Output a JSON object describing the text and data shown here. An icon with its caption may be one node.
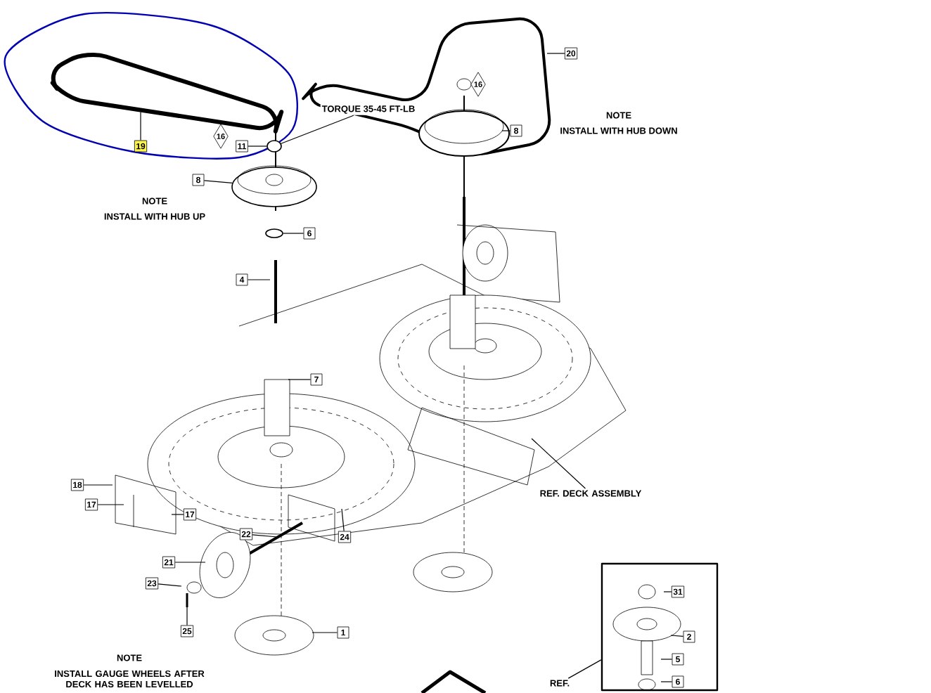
{
  "diagram": {
    "nodes": [
      {
        "text": [
          "19"
        ]
      },
      {
        "text": [
          "16"
        ]
      },
      {
        "text": [
          "11"
        ]
      },
      {
        "text": [
          "TORQUE 35-45 FT-LB"
        ]
      },
      {
        "text": [
          "20"
        ]
      },
      {
        "text": [
          "16"
        ]
      },
      {
        "text": [
          "8"
        ]
      },
      {
        "text": [
          "8"
        ]
      },
      {
        "text": [
          "6"
        ]
      },
      {
        "text": [
          "4"
        ]
      },
      {
        "text": [
          "7"
        ]
      },
      {
        "text": [
          "18"
        ]
      },
      {
        "text": [
          "17"
        ]
      },
      {
        "text": [
          "17"
        ]
      },
      {
        "text": [
          "22"
        ]
      },
      {
        "text": [
          "24"
        ]
      },
      {
        "text": [
          "21"
        ]
      },
      {
        "text": [
          "23"
        ]
      },
      {
        "text": [
          "25"
        ]
      },
      {
        "text": [
          "1"
        ]
      },
      {
        "text": [
          "REF. DECK ASSEMBLY"
        ]
      },
      {
        "text": [],
        "shape": "box"
      },
      {
        "text": [
          "31"
        ],
        "in": 21
      },
      {
        "text": [
          "2"
        ],
        "in": 21
      },
      {
        "text": [
          "5"
        ],
        "in": 21
      },
      {
        "text": [
          "6"
        ],
        "in": 21
      },
      {
        "text": [
          "REF."
        ]
      },
      {
        "text": [],
        "shape": "picture"
      },
      {
        "text": [],
        "shape": "circle"
      },
      {
        "text": [],
        "shape": "circle"
      },
      {
        "text": [],
        "shape": "circle"
      }
    ],
    "edges": [
      {
        "from": 0,
        "to": 27,
        "arrow": "none"
      },
      {
        "from": 2,
        "to": 28,
        "arrow": "none"
      },
      {
        "from": 3,
        "to": 28,
        "arrow": "none"
      },
      {
        "from": 4,
        "to": null,
        "arrow": "none"
      },
      {
        "from": 6,
        "to": 29,
        "arrow": "none"
      },
      {
        "from": 7,
        "to": null,
        "arrow": "none"
      },
      {
        "from": 8,
        "to": 30,
        "arrow": "none"
      },
      {
        "from": 9,
        "to": null,
        "arrow": "none"
      },
      {
        "from": 10,
        "to": null,
        "arrow": "none"
      },
      {
        "from": 11,
        "to": null,
        "arrow": "none"
      },
      {
        "from": 12,
        "to": null,
        "arrow": "none"
      },
      {
        "from": 13,
        "to": null,
        "arrow": "none"
      },
      {
        "from": 14,
        "to": null,
        "arrow": "none"
      },
      {
        "from": 15,
        "to": null,
        "arrow": "none"
      },
      {
        "from": 16,
        "to": null,
        "arrow": "none"
      },
      {
        "from": 17,
        "to": null,
        "arrow": "none"
      },
      {
        "from": 18,
        "to": null,
        "arrow": "none"
      },
      {
        "from": 19,
        "to": null,
        "arrow": "none"
      },
      {
        "from": 20,
        "to": null,
        "arrow": "none"
      },
      {
        "from": 22,
        "to": null,
        "arrow": "none"
      },
      {
        "from": 23,
        "to": null,
        "arrow": "none"
      },
      {
        "from": 24,
        "to": null,
        "arrow": "none"
      },
      {
        "from": 25,
        "to": null,
        "arrow": "none"
      },
      {
        "from": 26,
        "to": 21,
        "arrow": "none"
      }
    ],
    "labels": [
      "NOTE",
      "INSTALL WITH HUB UP",
      "NOTE",
      "INSTALL WITH HUB DOWN",
      "NOTE",
      "INSTALL GAUGE WHEELS AFTER DECK HAS BEEN LEVELLED"
    ]
  }
}
